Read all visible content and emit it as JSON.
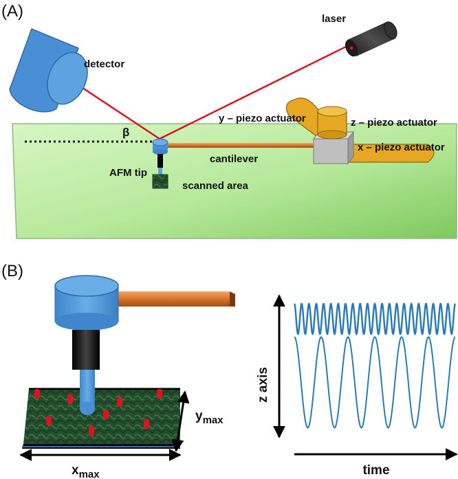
{
  "panels": {
    "a": {
      "tag": "(A)",
      "labels": {
        "laser": "laser",
        "detector": "detector",
        "y_piezo": "y – piezo actuator",
        "z_piezo": "z – piezo actuator",
        "x_piezo": "x – piezo actuator",
        "cantilever": "cantilever",
        "afm_tip": "AFM tip",
        "scanned_area": "scanned area",
        "beta": "β"
      }
    },
    "b": {
      "tag": "(B)",
      "labels": {
        "x_base": "x",
        "x_sub": "max",
        "y_base": "y",
        "y_sub": "max",
        "z_axis": "z axis",
        "time": "time"
      }
    }
  },
  "colors": {
    "laser_beam": "#e0101e",
    "component_blue": "#4a8fd4",
    "cantilever": "#d97a2a",
    "actuator_gold": "#e6a823",
    "actuator_cube": "#bfbfbf",
    "signal": "#2a7ab8",
    "stage_green": "#b8eb9c"
  },
  "chart_data": {
    "type": "line",
    "xlabel": "time",
    "ylabel": "z axis",
    "series": [
      {
        "cycles": 22,
        "amplitude": 0.1,
        "baseline": 0.8
      },
      {
        "cycles": 6,
        "amplitude": 0.3,
        "baseline": 0.38
      }
    ]
  }
}
